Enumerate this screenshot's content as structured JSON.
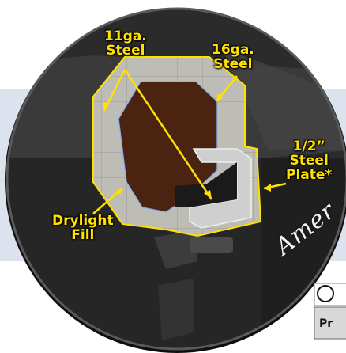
{
  "callouts": {
    "gauge_11": "11ga.\nSteel",
    "gauge_16": "16ga.\nSteel",
    "plate": "1/2”\nSteel\nPlate*",
    "fill": "Drylight\nFill"
  },
  "brand_text": "Amer",
  "badge_text": "Pr",
  "colors": {
    "callout_yellow": "#ffe100",
    "band_blue": "#dde3ee",
    "safe_dark": "#2b2b2b",
    "fill_gray": "#b9b9b2",
    "interior_brown": "#4a2410"
  }
}
